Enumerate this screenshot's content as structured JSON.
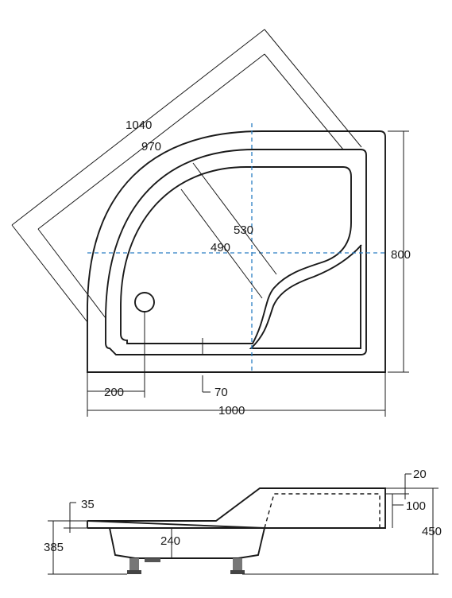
{
  "colors": {
    "outline": "#1a1a1a",
    "axis": "#2a7ec4",
    "background": "#ffffff"
  },
  "dimensions": {
    "diag_outer": "1040",
    "diag_inner": "970",
    "radius_outer": "530",
    "radius_inner": "490",
    "depth": "800",
    "drain_offset": "200",
    "step_offset": "70",
    "width": "1000",
    "rim_top": "20",
    "rim_left": "35",
    "seat_height": "100",
    "total_height": "450",
    "front_height": "385",
    "leg_spacing": "240"
  }
}
